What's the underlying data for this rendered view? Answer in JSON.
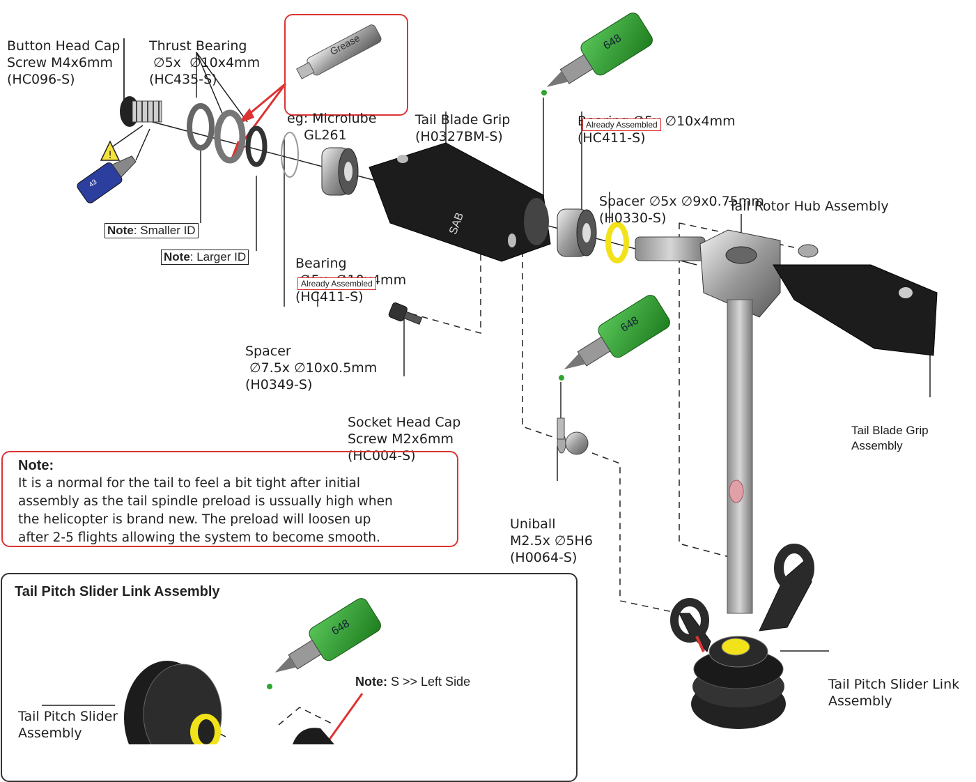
{
  "labels": {
    "button_head_cap": [
      "Button Head Cap",
      "Screw M4x6mm",
      "(HC096-S)"
    ],
    "thrust_bearing": [
      "Thrust Bearing",
      " ∅5x  ∅10x4mm",
      "(HC435-S)"
    ],
    "grease_callout": [
      "eg: Microlube",
      "    GL261"
    ],
    "grease_tube_text": "Grease",
    "tail_blade_grip": [
      "Tail Blade Grip",
      "(H0327BM-S)"
    ],
    "bearing_right": [
      "Bearing ∅5x ∅10x4mm",
      "(HC411-S)"
    ],
    "spacer_right": [
      "Spacer ∅5x ∅9x0.75mm",
      "(H0330-S)"
    ],
    "tail_rotor_hub": "Tail Rotor Hub Assembly",
    "bearing_left": [
      "Bearing",
      " ∅5x  ∅10x4mm",
      "(HC411-S)"
    ],
    "spacer_left": [
      "Spacer",
      " ∅7.5x ∅10x0.5mm",
      "(H0349-S)"
    ],
    "socket_head_cap": [
      "Socket Head Cap",
      "Screw M2x6mm",
      "(HC004-S)"
    ],
    "uniball": [
      "Uniball",
      "M2.5x ∅5H6",
      "(H0064-S)"
    ],
    "tail_blade_grip_assembly": [
      "Tail Blade Grip",
      "Assembly"
    ],
    "tail_pitch_slider_link_assembly": [
      "Tail Pitch Slider Link",
      "Assembly"
    ],
    "tail_pitch_slider_assembly": [
      "Tail Pitch Slider",
      "Assembly"
    ],
    "blade_grip_logo": "SAB"
  },
  "tags": {
    "already_assembled_right": "Already Assembled",
    "already_assembled_left": "Already Assembled"
  },
  "notes": {
    "smaller_id": {
      "prefix": "Note",
      "text": ": Smaller ID"
    },
    "larger_id": {
      "prefix": "Note",
      "text": ": Larger ID"
    },
    "left_side": {
      "prefix": "Note:",
      "text": " S >> Left Side"
    }
  },
  "threadlock_label": "648",
  "threadlock_blue_label": "43",
  "note_panel": {
    "title": "Note:",
    "lines": [
      "It is a normal for the tail to feel a bit tight after initial",
      "assembly as the tail spindle preload is ussually high when",
      "the helicopter is brand new. The preload will loosen up",
      "after 2-5 flights allowing the system to become smooth."
    ]
  },
  "link_panel": {
    "title": "Tail Pitch Slider Link Assembly"
  },
  "colors": {
    "callout_red": "#d33333",
    "threadlock_green": "#2fa52f",
    "threadlock_blue": "#2c3f9e",
    "spacer_yellow": "#f2e21a",
    "part_black": "#1a1a1a",
    "metal_grey": "#a9a9a9"
  }
}
